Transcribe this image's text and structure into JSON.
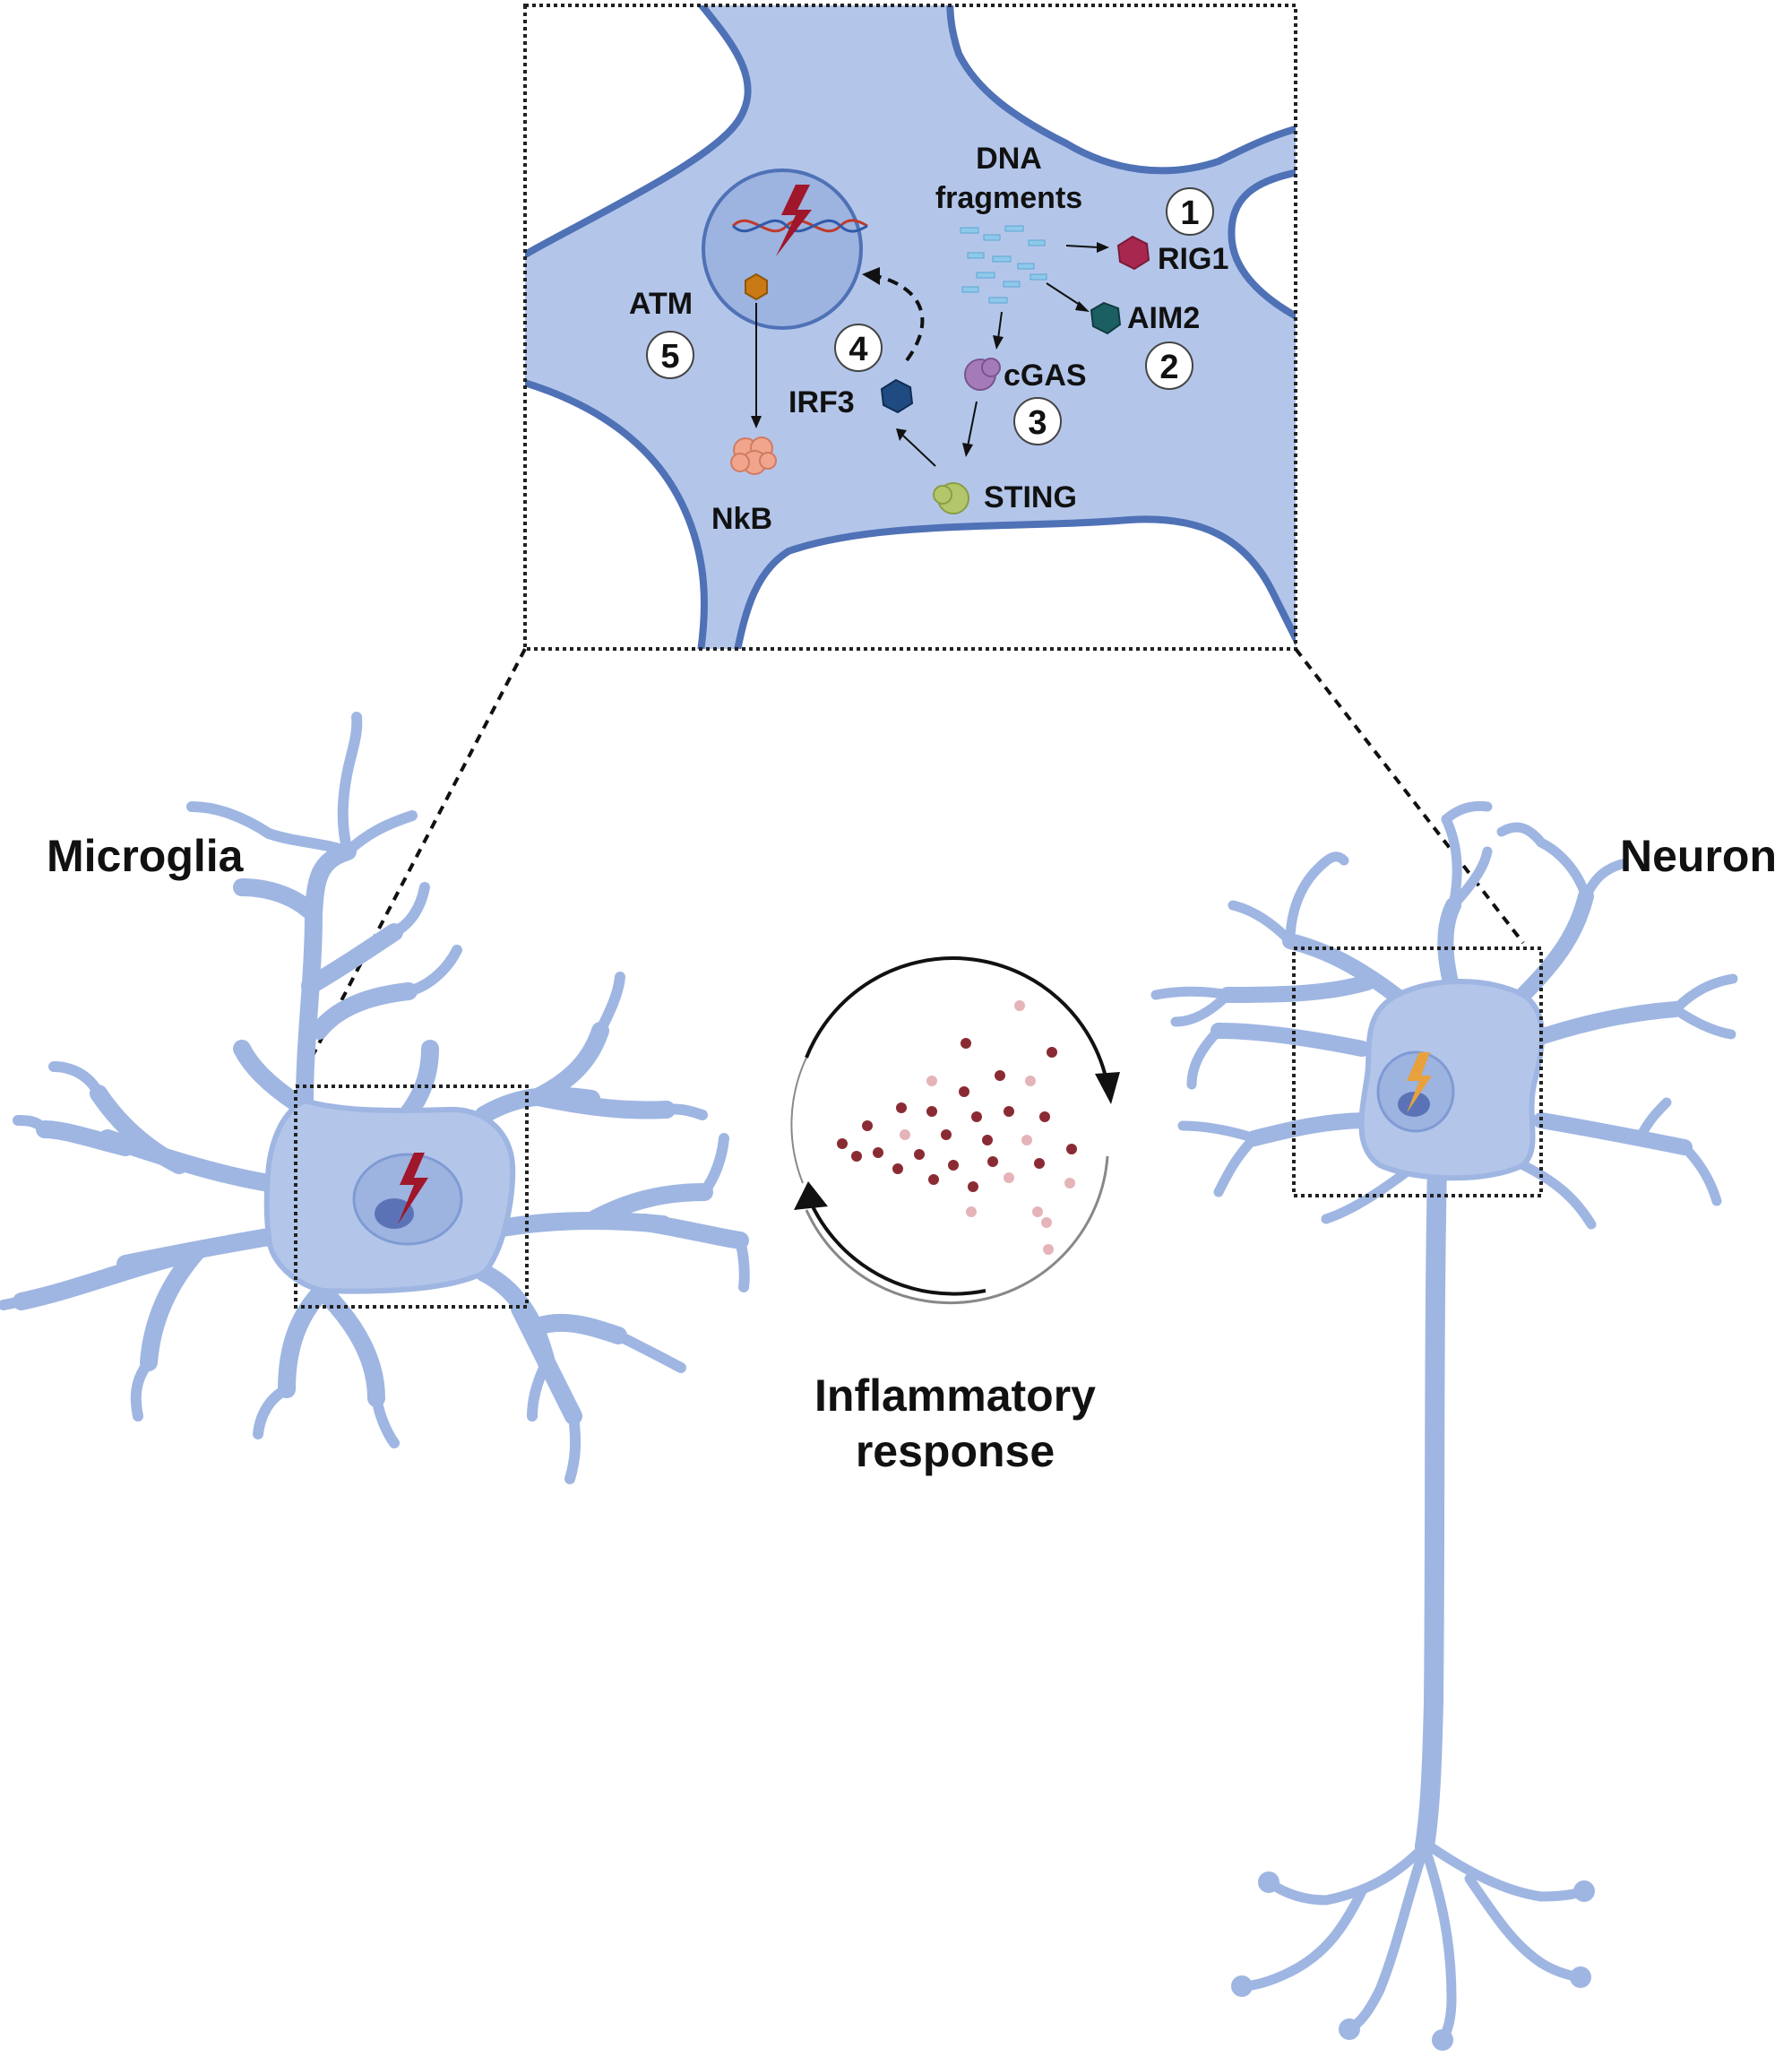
{
  "labels": {
    "dna_fragments": [
      "DNA",
      "fragments"
    ],
    "rig1": "RIG1",
    "aim2": "AIM2",
    "cgas": "cGAS",
    "sting": "STING",
    "irf3": "IRF3",
    "atm": "ATM",
    "nkb": "NkB",
    "microglia": "Microglia",
    "neuron": "Neuron",
    "inflammatory": [
      "Inflammatory",
      "response"
    ]
  },
  "steps": [
    "1",
    "2",
    "3",
    "4",
    "5"
  ],
  "colors": {
    "cell_fill": "#b3c6ea",
    "cell_stroke": "#4f71b6",
    "nucleus_fill": "#9db3e0",
    "lightning": "#a0162a",
    "neuron_lightning": "#e8a13c",
    "rig1": "#a8274e",
    "aim2": "#1c5f62",
    "cgas": "#a47ab8",
    "sting": "#b3c76a",
    "irf3": "#1f4a82",
    "atm": "#c97a14",
    "nkb": "#f1a58c",
    "dna_frag": "#8ec8ea",
    "dot_dark": "#8a2b34",
    "dot_light": "#e5b4b8"
  }
}
